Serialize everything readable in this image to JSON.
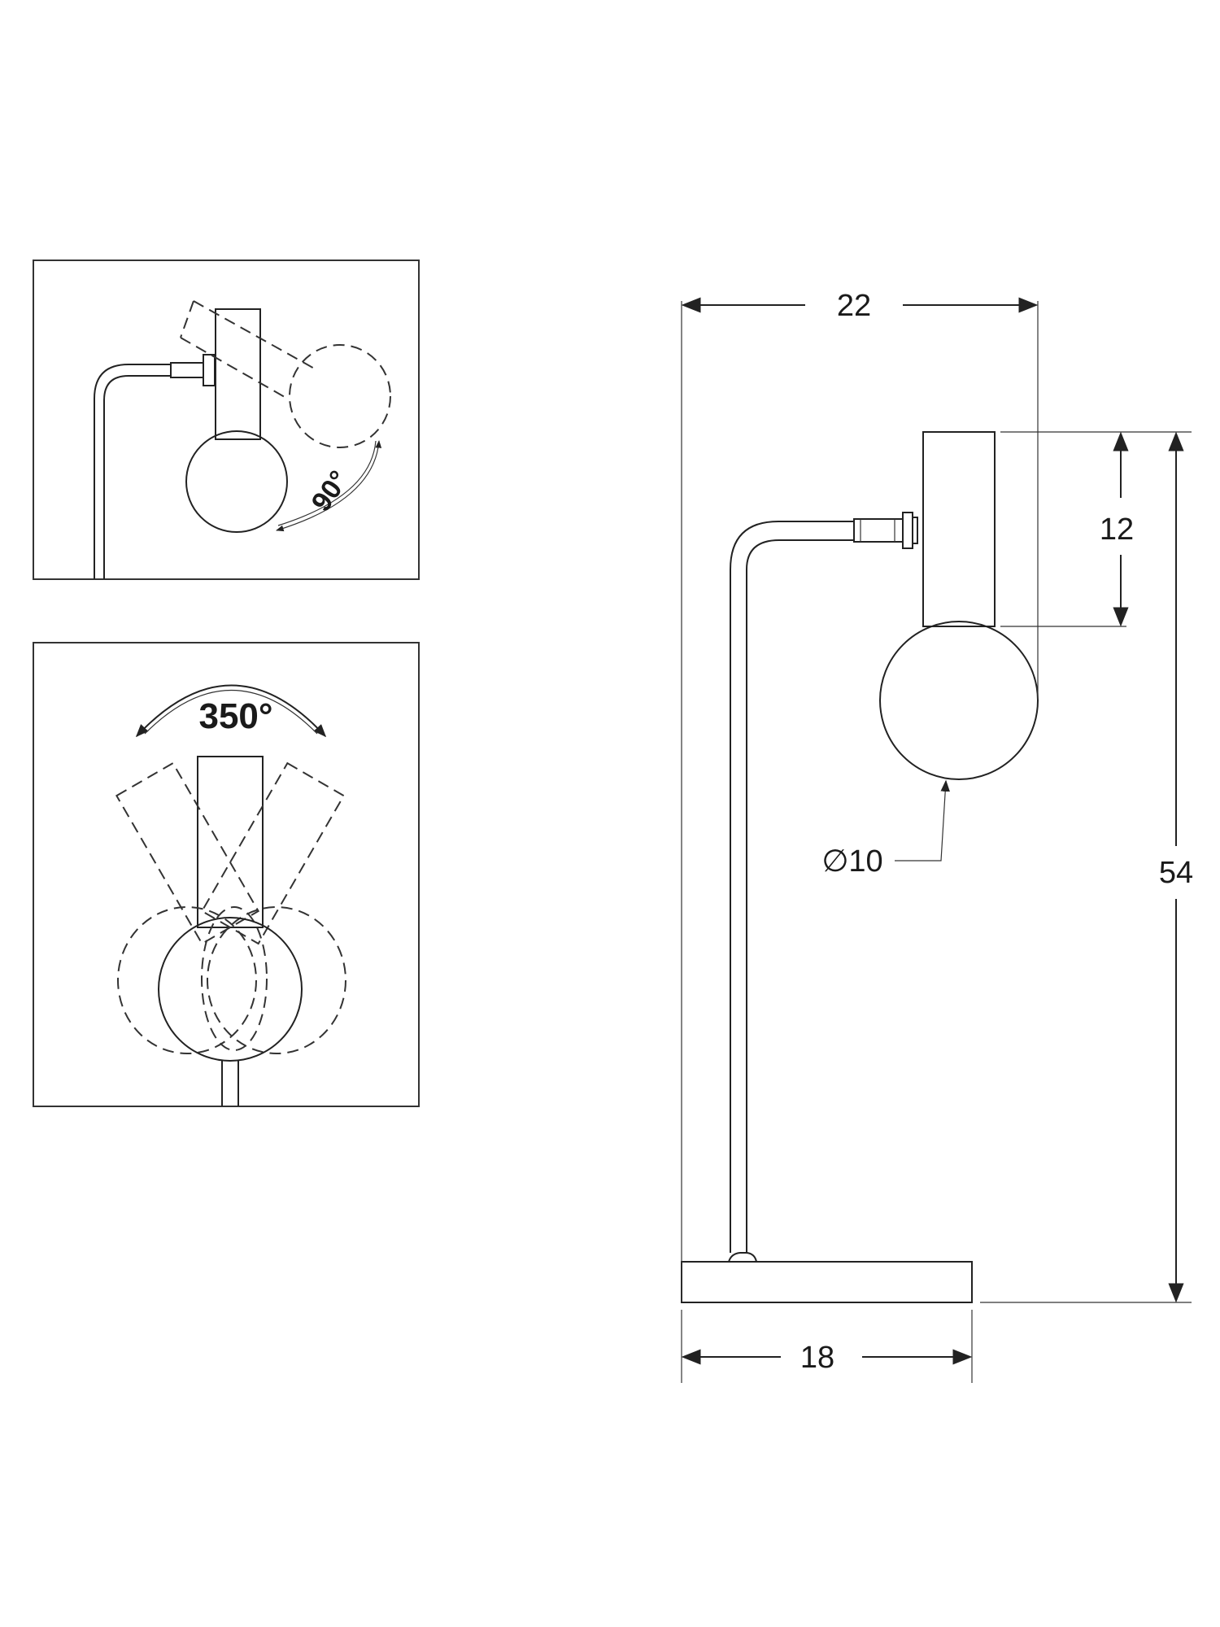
{
  "diagram": {
    "dimensions": {
      "overall_width": "22",
      "base_width": "18",
      "height": "54",
      "shade_height": "12",
      "globe_diameter": "∅10"
    },
    "rotations": {
      "tilt": "90°",
      "swivel": "350°"
    }
  }
}
